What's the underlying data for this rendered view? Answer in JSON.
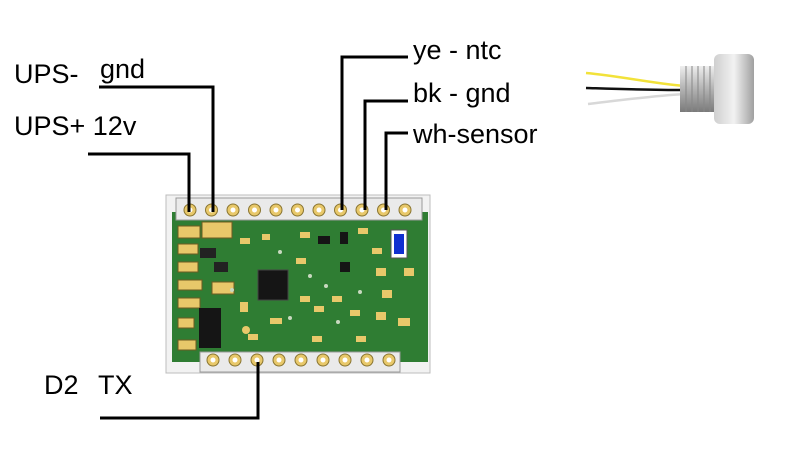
{
  "labels": {
    "ups_minus": "UPS-",
    "gnd": "gnd",
    "ups_plus": "UPS+ 12v",
    "ye_ntc": "ye - ntc",
    "bk_gnd": "bk - gnd",
    "wh_sensor": "wh-sensor",
    "d2": "D2",
    "tx": "TX"
  },
  "colors": {
    "pcb": "#2f7d33",
    "pcb_dark": "#1f5e24",
    "pad": "#e8c86a",
    "chip": "#151515",
    "blue_component": "#1030d0",
    "wire_yellow": "#f2e23a",
    "wire_black": "#111111",
    "wire_white": "#d8d8d8",
    "sensor_metal": "#b8b8b8"
  }
}
